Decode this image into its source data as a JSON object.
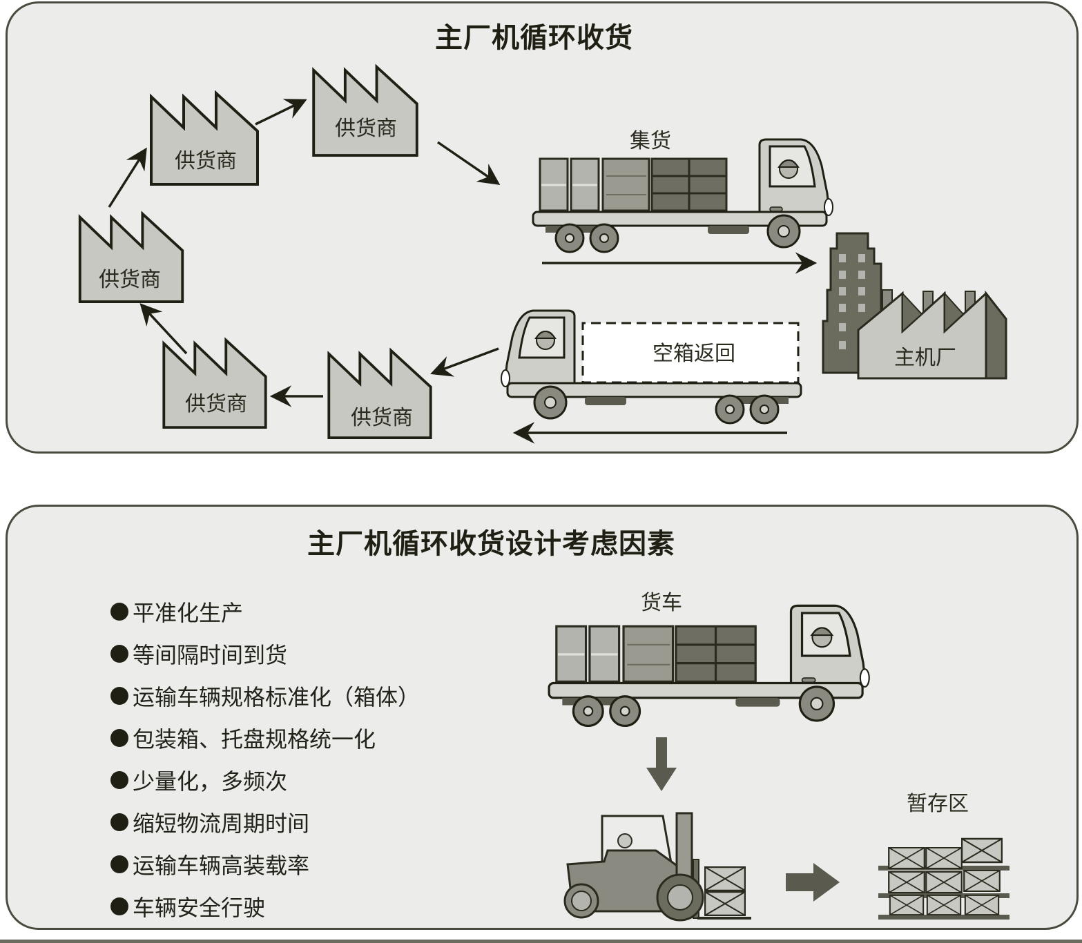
{
  "top_panel": {
    "title": "主厂机循环收货",
    "suppliers": [
      "供货商",
      "供货商",
      "供货商",
      "供货商",
      "供货商"
    ],
    "truck_label": "集货",
    "empty_return_label": "空箱返回",
    "main_plant_label": "主机厂"
  },
  "bottom_panel": {
    "title": "主厂机循环收货设计考虑因素",
    "factors": [
      "平准化生产",
      "等间隔时间到货",
      "运输车辆规格标准化（箱体）",
      "包装箱、托盘规格统一化",
      "少量化，多频次",
      "缩短物流周期时间",
      "运输车辆高装载率",
      "车辆安全行驶"
    ],
    "truck_label": "货车",
    "storage_label": "暂存区"
  },
  "colors": {
    "panel_bg": "#ececea",
    "border": "#4a4a3e",
    "factory_fill": "#c8c8c2",
    "dark_fill": "#6b6b5e",
    "ink": "#2a2a1e"
  }
}
